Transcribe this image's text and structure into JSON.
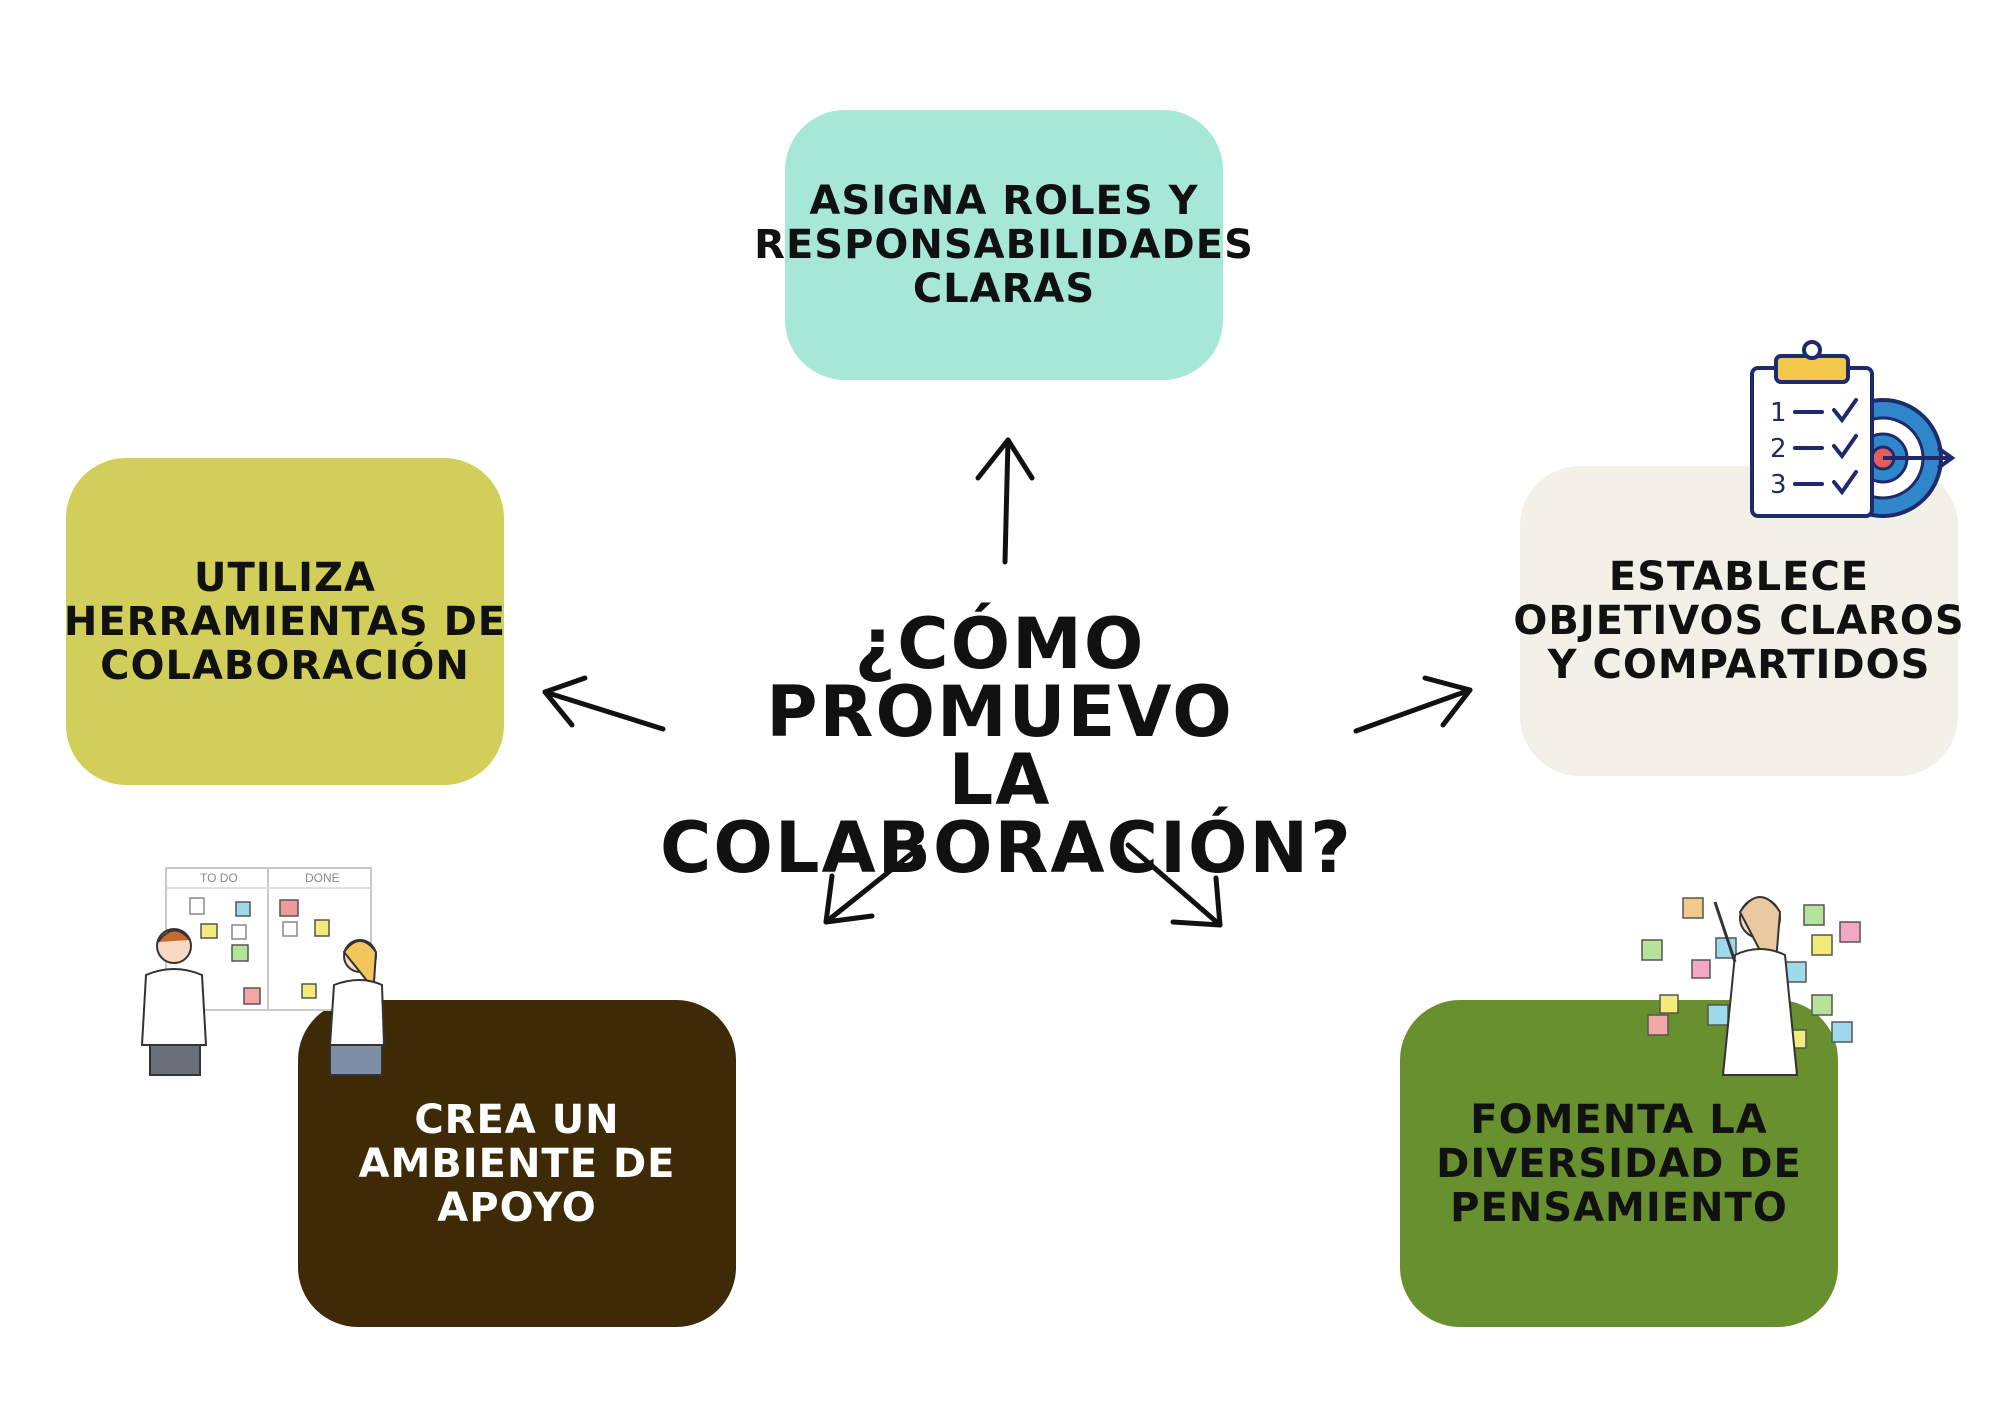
{
  "title": {
    "lines": [
      "¿Cómo promuevo",
      "la",
      "colaboración?"
    ]
  },
  "nodes": {
    "roles": {
      "lines": [
        "Asigna roles y",
        "responsabilidades",
        "claras"
      ],
      "color": "#a6e8d5"
    },
    "tools": {
      "lines": [
        "Utiliza",
        "herramientas de",
        "colaboración"
      ],
      "color": "#d1cf5a"
    },
    "goals": {
      "lines": [
        "Establece",
        "objetivos claros",
        "y compartidos"
      ],
      "color": "#f1f1e8"
    },
    "support": {
      "lines": [
        "Crea un",
        "ambiente de",
        "apoyo"
      ],
      "color": "#3e2a07"
    },
    "diversity": {
      "lines": [
        "Fomenta la",
        "diversidad de",
        "pensamiento"
      ],
      "color": "#68902f"
    }
  },
  "illustrations": {
    "clipboard": {
      "icon": "clipboard-target-icon",
      "items": [
        "1",
        "2",
        "3"
      ]
    },
    "kanban": {
      "icon": "kanban-team-icon",
      "columns": [
        "TO DO",
        "DONE"
      ]
    },
    "sticky_notes": {
      "icon": "woman-sticky-notes-icon"
    }
  },
  "arrows": [
    "up",
    "left",
    "right",
    "down-left",
    "down-right"
  ]
}
